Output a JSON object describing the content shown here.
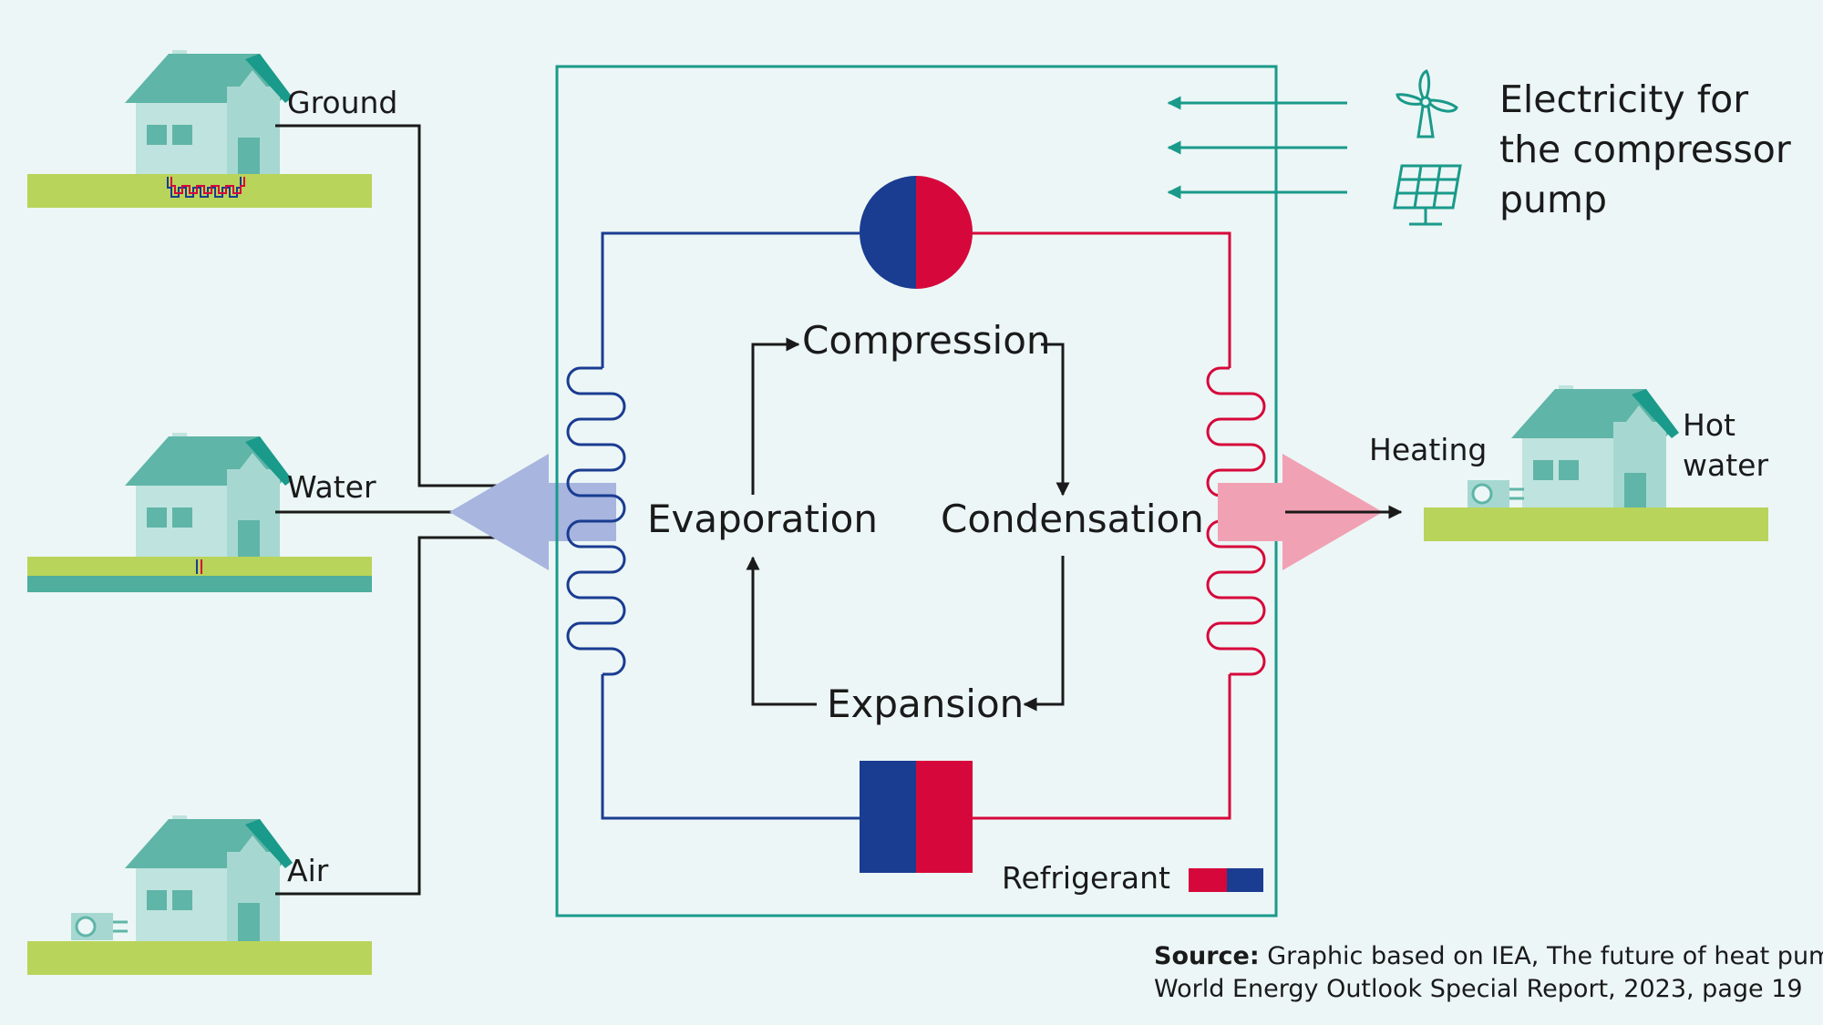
{
  "sources": {
    "ground": "Ground",
    "water": "Water",
    "air": "Air"
  },
  "cycle": {
    "compression": "Compression",
    "condensation": "Condensation",
    "expansion": "Expansion",
    "evaporation": "Evaporation"
  },
  "electricity": {
    "line1": "Electricity for",
    "line2": "the compressor",
    "line3": "pump"
  },
  "output": {
    "heating": "Heating",
    "hot_water_line1": "Hot",
    "hot_water_line2": "water"
  },
  "legend": {
    "refrigerant": "Refrigerant"
  },
  "source_note": {
    "bold": "Source:",
    "line1": " Graphic based on IEA, The future of heat pumps,",
    "line2": "World Energy Outlook Special Report, 2023, page 19"
  },
  "colors": {
    "background": "#ecf6f6",
    "teal": "#1a9a8a",
    "house_roof": "#5fb5a7",
    "house_wall": "#bfe3de",
    "ground": "#b9d45a",
    "cold_blue": "#1a3c91",
    "hot_red": "#d6083b",
    "cold_arrow": "#a7b5df",
    "hot_arrow": "#f1a1b4"
  },
  "icons": [
    "wind-turbine-icon",
    "solar-panel-icon",
    "house-icon",
    "outdoor-unit-icon"
  ]
}
